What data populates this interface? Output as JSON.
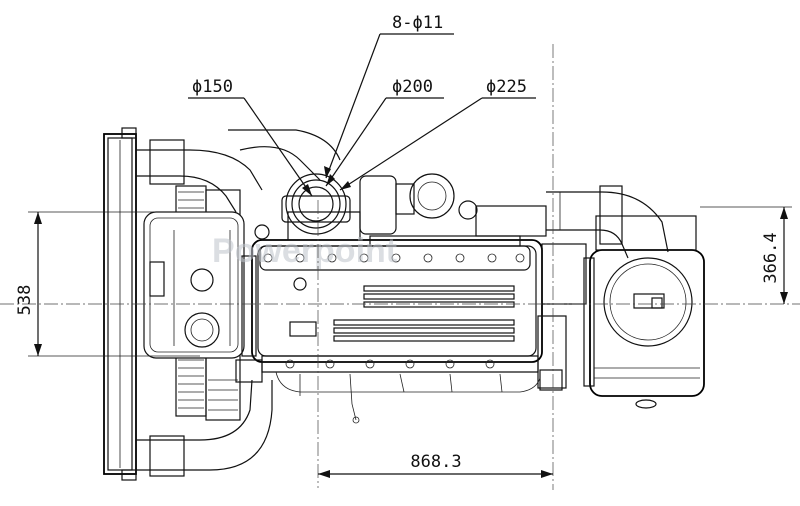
{
  "dimensions": {
    "bolt_holes": "8-ϕ11",
    "dia_150": "ϕ150",
    "dia_200": "ϕ200",
    "dia_225": "ϕ225",
    "height_538": "538",
    "offset_366": "366.4",
    "length_868": "868.3"
  },
  "watermark": "Powerpoint",
  "colors": {
    "line": "#111111",
    "background": "#ffffff",
    "watermark": "#bfc4cc"
  }
}
